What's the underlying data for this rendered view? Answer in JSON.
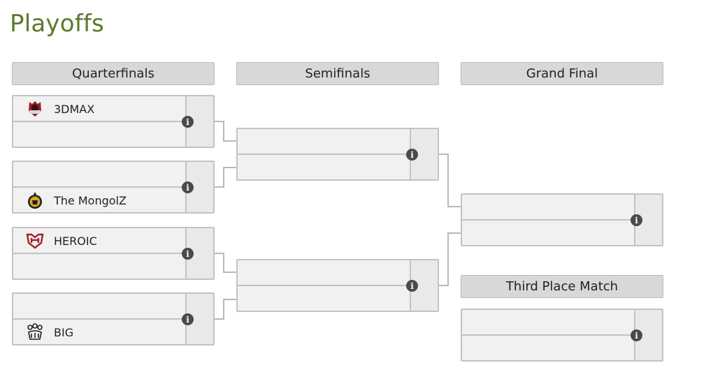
{
  "page": {
    "title": "Playoffs"
  },
  "rounds": {
    "quarterfinals": "Quarterfinals",
    "semifinals": "Semifinals",
    "grand_final": "Grand Final",
    "third_place": "Third Place Match"
  },
  "matches": {
    "qf1": {
      "top": {
        "team": "3DMAX",
        "logo": "3dmax-logo"
      },
      "bottom": {
        "team": "",
        "logo": ""
      }
    },
    "qf2": {
      "top": {
        "team": "",
        "logo": ""
      },
      "bottom": {
        "team": "The MongolZ",
        "logo": "mongolz-logo"
      }
    },
    "qf3": {
      "top": {
        "team": "HEROIC",
        "logo": "heroic-logo"
      },
      "bottom": {
        "team": "",
        "logo": ""
      }
    },
    "qf4": {
      "top": {
        "team": "",
        "logo": ""
      },
      "bottom": {
        "team": "BIG",
        "logo": "big-logo"
      }
    },
    "sf1": {
      "top": {
        "team": ""
      },
      "bottom": {
        "team": ""
      }
    },
    "sf2": {
      "top": {
        "team": ""
      },
      "bottom": {
        "team": ""
      }
    },
    "final": {
      "top": {
        "team": ""
      },
      "bottom": {
        "team": ""
      }
    },
    "third": {
      "top": {
        "team": ""
      },
      "bottom": {
        "team": ""
      }
    }
  },
  "icons": {
    "info": "i"
  },
  "colors": {
    "title": "#5a7a2b",
    "header_bg": "#d8d8d8",
    "match_bg": "#f1f1f1",
    "border": "#c3c3c3"
  }
}
